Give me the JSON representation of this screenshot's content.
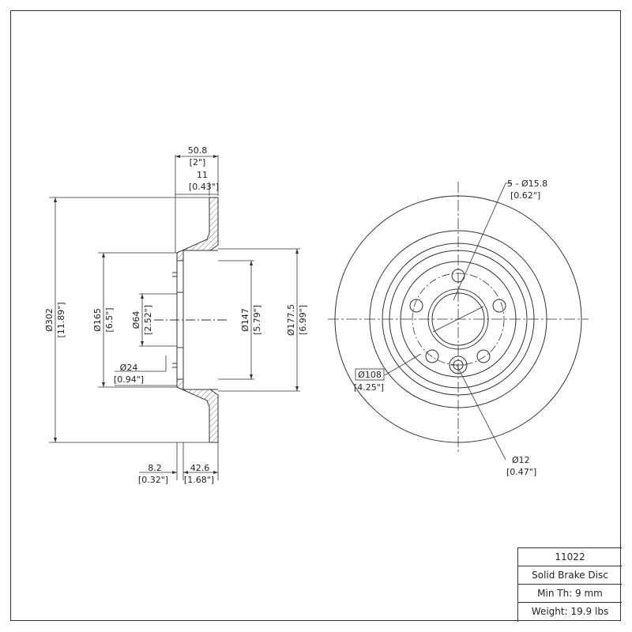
{
  "dims": {
    "total_width": "50.8",
    "total_width_in": "[2\"]",
    "rotor_thickness": "11",
    "rotor_thickness_in": "[0.43\"]",
    "outer_dia": "Ø302",
    "outer_dia_in": "[11.89\"]",
    "dia_165": "Ø165",
    "dia_165_in": "[6.5\"]",
    "center_bore": "Ø64",
    "center_bore_in": "[2.52\"]",
    "dia_24": "Ø24",
    "dia_24_in": "[0.94\"]",
    "dia_147": "Ø147",
    "dia_147_in": "[5.79\"]",
    "dia_1775": "Ø177.5",
    "dia_1775_in": "[6.99\"]",
    "hat_thickness": "8.2",
    "hat_thickness_in": "[0.32\"]",
    "height": "42.6",
    "height_in": "[1.68\"]",
    "bolt_holes": "5 - Ø15.8",
    "bolt_holes_in": "[0.62\"]",
    "bolt_circle": "Ø108",
    "bolt_circle_in": "[4.25\"]",
    "small_hole": "Ø12",
    "small_hole_in": "[0.47\"]"
  },
  "title_block": {
    "part_number": "11022",
    "description": "Solid Brake Disc",
    "min_thickness": "Min Th: 9 mm",
    "weight": "Weight: 19.9 lbs"
  }
}
